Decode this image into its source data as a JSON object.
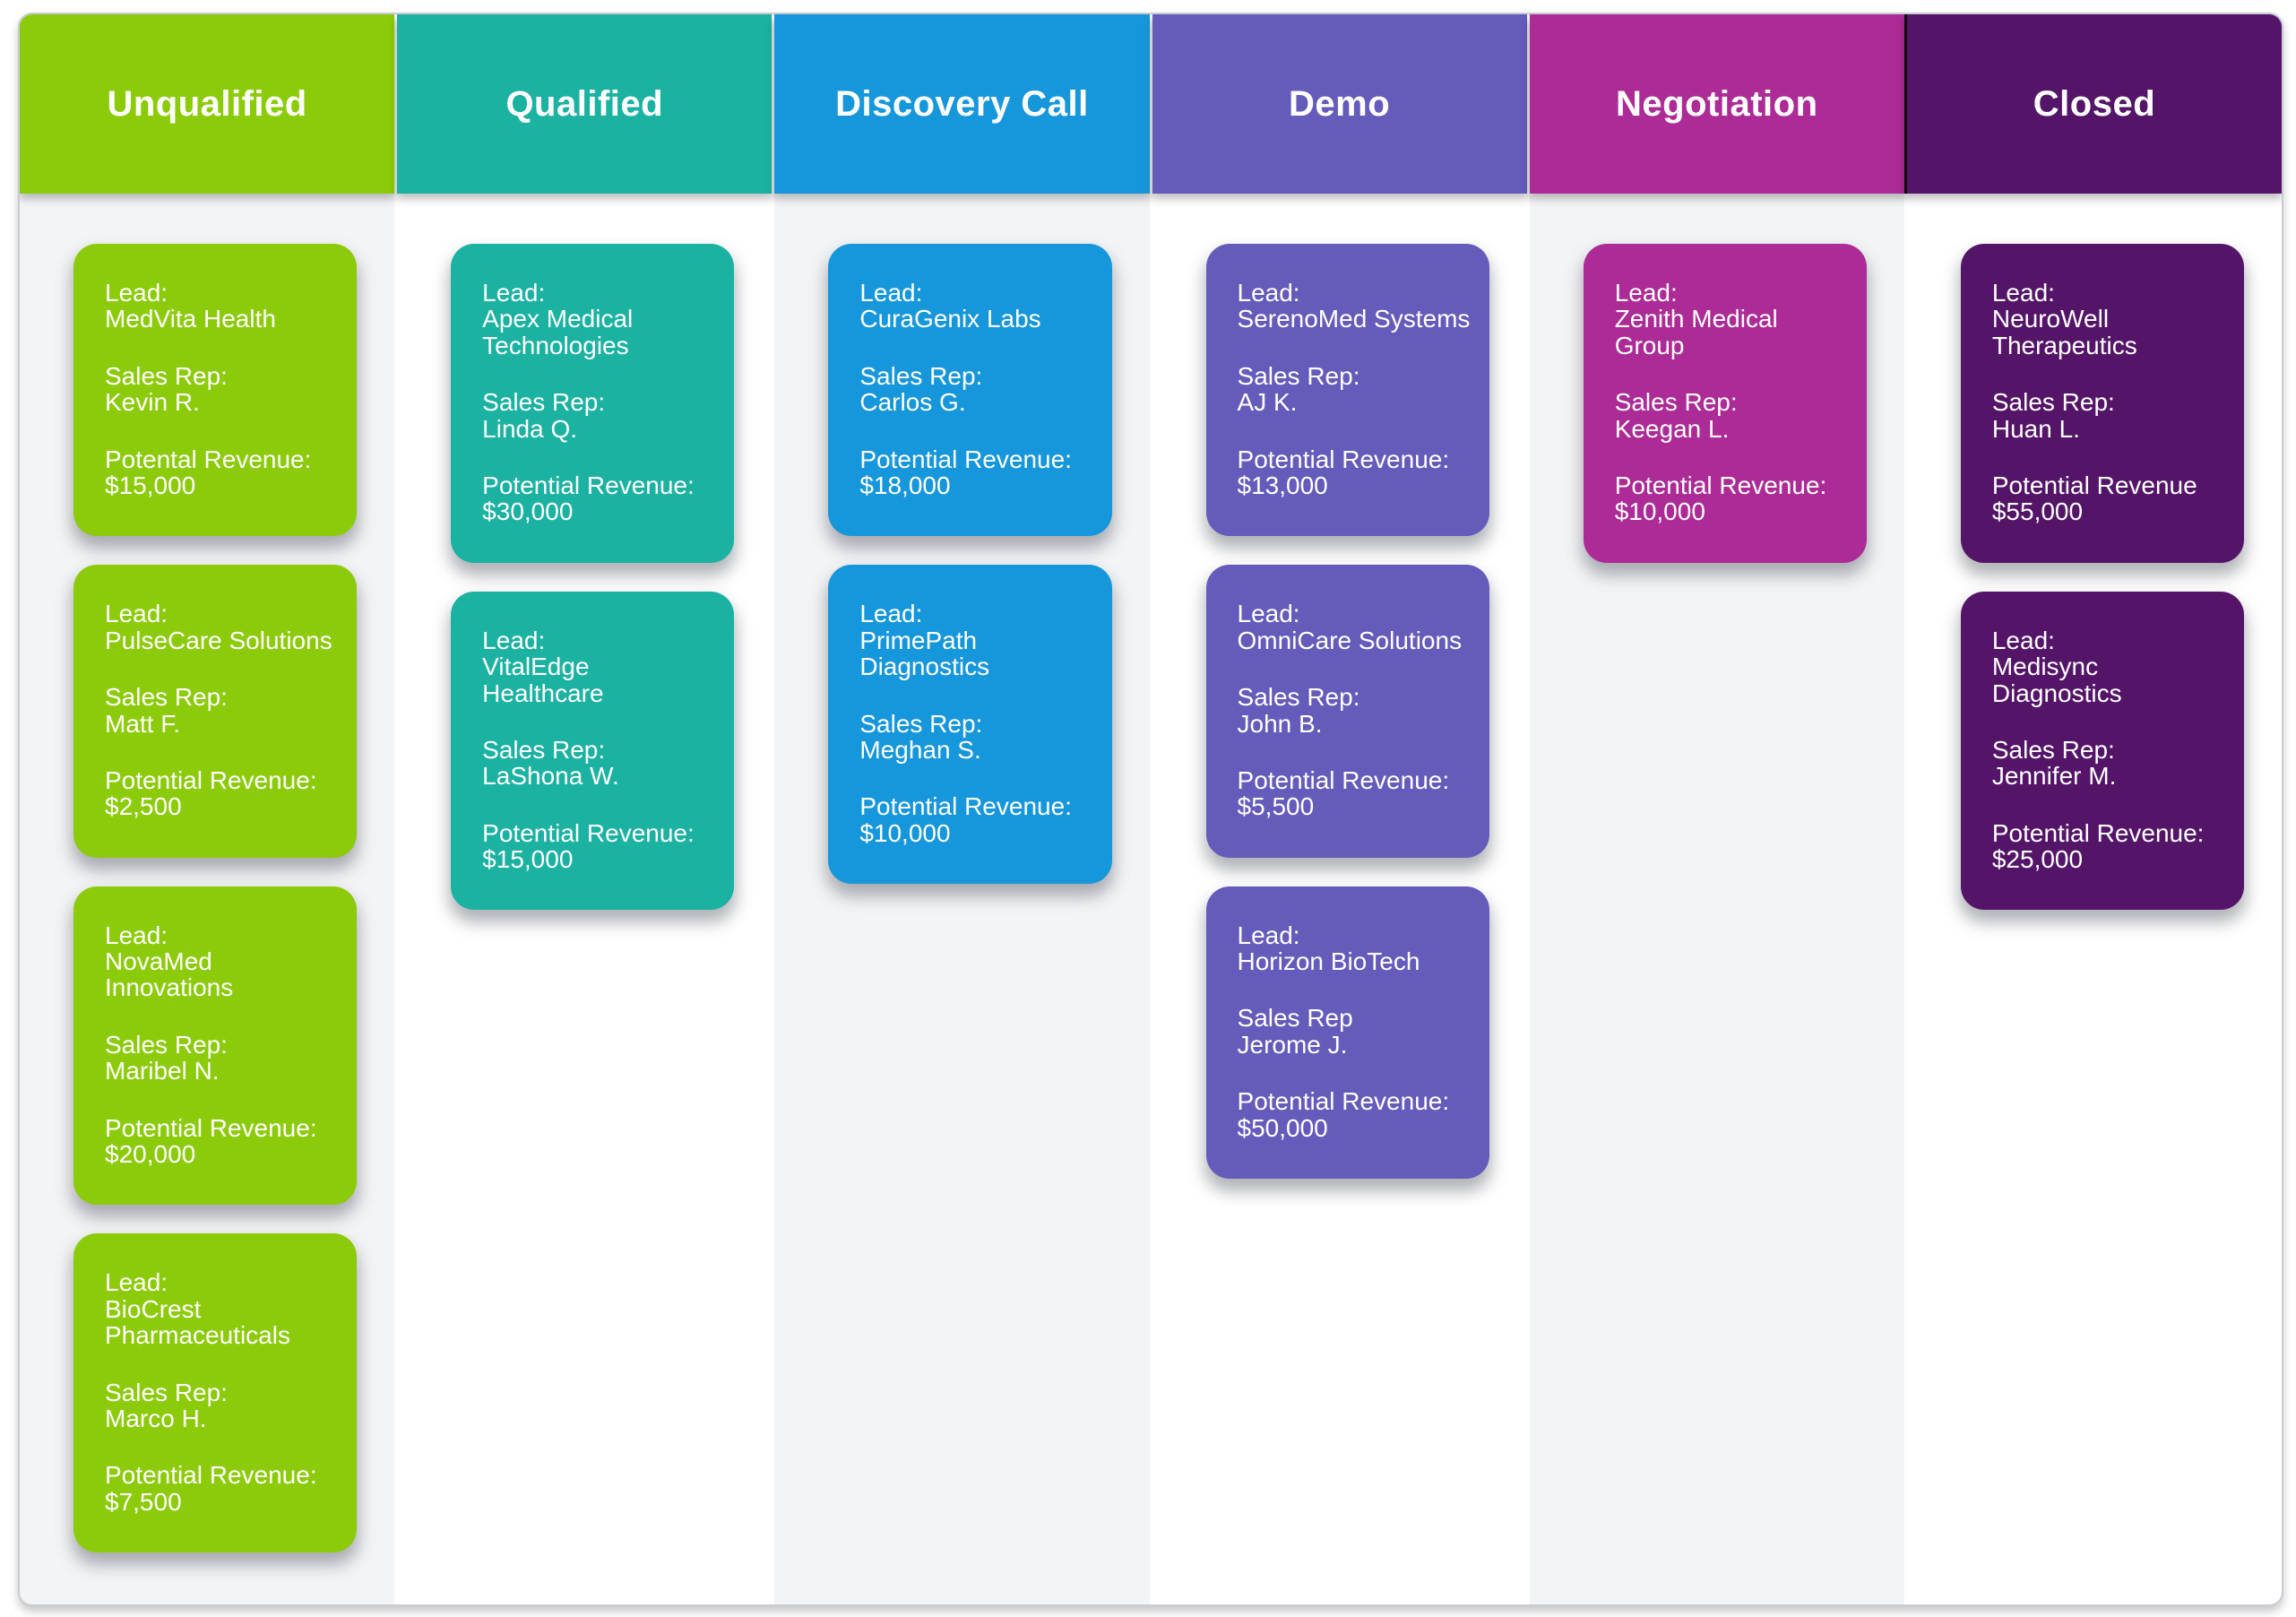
{
  "board": {
    "columns": [
      {
        "id": "unqualified",
        "title": "Unqualified",
        "color": "#8CCB09",
        "body_bg": "#F3F4F6",
        "cards": [
          {
            "lead_label": "Lead:",
            "lead": "MedVita Health",
            "rep_label": "Sales Rep:",
            "rep": "Kevin R.",
            "revenue_label": "Potental Revenue:",
            "revenue": "$15,000"
          },
          {
            "lead_label": "Lead:",
            "lead": "PulseCare Solutions",
            "rep_label": "Sales Rep:",
            "rep": "Matt F.",
            "revenue_label": "Potential Revenue:",
            "revenue": "$2,500"
          },
          {
            "lead_label": "Lead:",
            "lead": "NovaMed Innovations",
            "rep_label": "Sales Rep:",
            "rep": "Maribel N.",
            "revenue_label": "Potential Revenue:",
            "revenue": "$20,000"
          },
          {
            "lead_label": "Lead:",
            "lead": "BioCrest\nPharmaceuticals",
            "rep_label": "Sales Rep:",
            "rep": "Marco H.",
            "revenue_label": "Potential Revenue:",
            "revenue": "$7,500"
          }
        ]
      },
      {
        "id": "qualified",
        "title": "Qualified",
        "color": "#1CB2A2",
        "body_bg": "#FFFFFF",
        "cards": [
          {
            "lead_label": "Lead:",
            "lead": "Apex Medical\nTechnologies",
            "rep_label": "Sales Rep:",
            "rep": "Linda Q.",
            "revenue_label": "Potential Revenue:",
            "revenue": "$30,000"
          },
          {
            "lead_label": "Lead:",
            "lead": "VitalEdge\nHealthcare",
            "rep_label": "Sales Rep:",
            "rep": "LaShona W.",
            "revenue_label": "Potential Revenue:",
            "revenue": "$15,000"
          }
        ]
      },
      {
        "id": "discovery-call",
        "title": "Discovery Call",
        "color": "#1797DB",
        "body_bg": "#F3F4F6",
        "cards": [
          {
            "lead_label": "Lead:",
            "lead": "CuraGenix Labs",
            "rep_label": "Sales Rep:",
            "rep": "Carlos G.",
            "revenue_label": "Potential Revenue:",
            "revenue": "$18,000"
          },
          {
            "lead_label": "Lead:",
            "lead": "PrimePath\nDiagnostics",
            "rep_label": "Sales Rep:",
            "rep": "Meghan S.",
            "revenue_label": "Potential Revenue:",
            "revenue": "$10,000"
          }
        ]
      },
      {
        "id": "demo",
        "title": "Demo",
        "color": "#655BBB",
        "body_bg": "#FFFFFF",
        "cards": [
          {
            "lead_label": "Lead:",
            "lead": "SerenoMed Systems",
            "rep_label": "Sales Rep:",
            "rep": "AJ K.",
            "revenue_label": "Potential Revenue:",
            "revenue": "$13,000"
          },
          {
            "lead_label": "Lead:",
            "lead": "OmniCare Solutions",
            "rep_label": "Sales Rep:",
            "rep": "John B.",
            "revenue_label": "Potential Revenue:",
            "revenue": "$5,500"
          },
          {
            "lead_label": "Lead:",
            "lead": "Horizon BioTech",
            "rep_label": "Sales Rep",
            "rep": "Jerome J.",
            "revenue_label": "Potential Revenue:",
            "revenue": "$50,000"
          }
        ]
      },
      {
        "id": "negotiation",
        "title": "Negotiation",
        "color": "#AC2B96",
        "body_bg": "#F3F4F6",
        "cards": [
          {
            "lead_label": "Lead:",
            "lead": "Zenith Medical Group",
            "rep_label": "Sales Rep:",
            "rep": "Keegan L.",
            "revenue_label": "Potential Revenue:",
            "revenue": "$10,000"
          }
        ]
      },
      {
        "id": "closed",
        "title": "Closed",
        "color": "#541569",
        "body_bg": "#FFFFFF",
        "cards": [
          {
            "lead_label": "Lead:",
            "lead": "NeuroWell\nTherapeutics",
            "rep_label": "Sales Rep:",
            "rep": "Huan L.",
            "revenue_label": "Potential Revenue",
            "revenue": "$55,000"
          },
          {
            "lead_label": "Lead:",
            "lead": "Medisync Diagnostics",
            "rep_label": "Sales Rep:",
            "rep": "Jennifer M.",
            "revenue_label": "Potential Revenue:",
            "revenue": "$25,000"
          }
        ]
      }
    ]
  }
}
